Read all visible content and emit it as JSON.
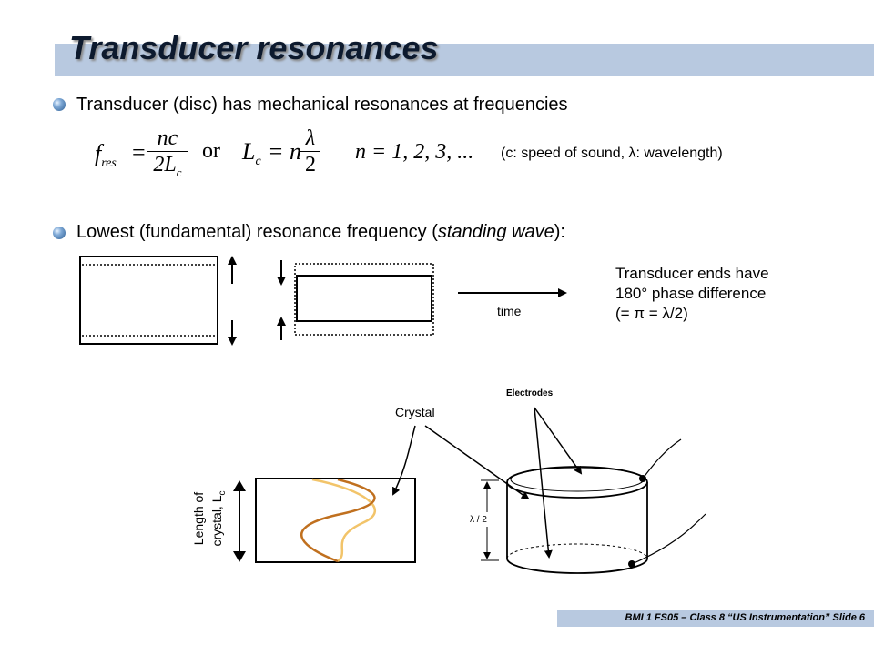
{
  "slide": {
    "title": "Transducer resonances",
    "bullet1": "Transducer (disc) has mechanical resonances at frequencies",
    "bullet2_pre": "Lowest (fundamental) resonance frequency (",
    "bullet2_em": "standing wave",
    "bullet2_post": "):",
    "footer": "BMI 1 FS05 – Class 8 “US Instrumentation” Slide 6"
  },
  "equations": {
    "f_symbol": "f",
    "f_sub": "res",
    "eq": "=",
    "f_num": "nc",
    "f_den": "2L",
    "f_den_sub": "c",
    "or": "or",
    "L_symbol": "L",
    "L_sub": "c",
    "L_eq": "= n",
    "L_num": "λ",
    "L_den": "2",
    "n_range": "n = 1, 2, 3, ...",
    "note": "(c: speed of sound, λ: wavelength)"
  },
  "wave_diagram": {
    "time_label": "time",
    "phase_line1": "Transducer ends have",
    "phase_line2": "180° phase difference",
    "phase_line3": "(= π = λ/2)"
  },
  "crystal_diagram": {
    "crystal_label": "Crystal",
    "electrodes_label": "Electrodes",
    "length_line1": "Length of",
    "length_line2": "crystal, L",
    "length_sub": "c",
    "lambda_half": "λ / 2",
    "colors": {
      "wave_dark": "#c0701f",
      "wave_light": "#f2c46a"
    }
  }
}
